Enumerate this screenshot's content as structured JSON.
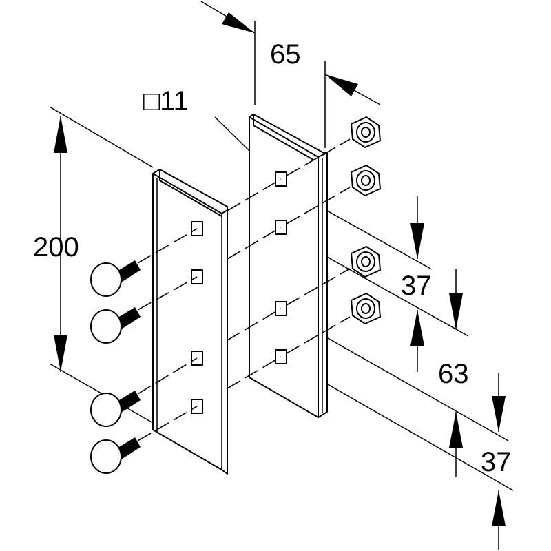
{
  "dimensions": {
    "width_label": "65",
    "hole_label": "□11",
    "height_label": "200",
    "spacing_top_label": "37",
    "spacing_mid_label": "63",
    "spacing_bottom_label": "37"
  }
}
